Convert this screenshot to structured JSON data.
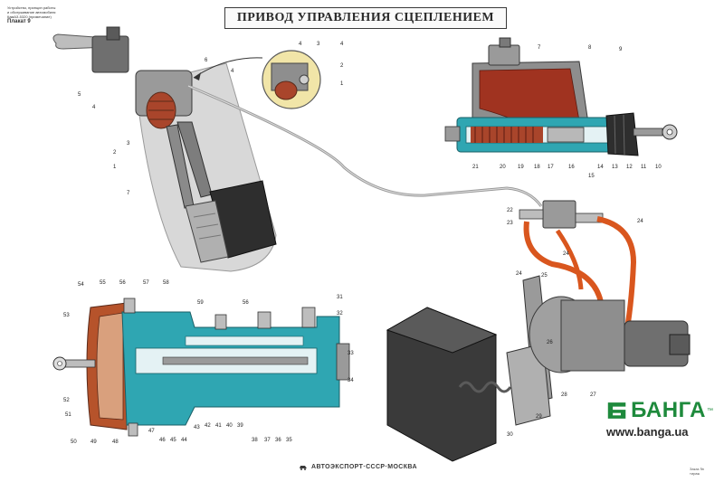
{
  "header": {
    "caption_lines": [
      "Устройство, принцип работы",
      "и обслуживание автомобиля",
      "КамАЗ-5320 (примечание)"
    ],
    "plate": "Плакат 9",
    "title": "ПРИВОД УПРАВЛЕНИЯ СЦЕПЛЕНИЕМ"
  },
  "brand": {
    "name": "БАНГА",
    "tm": "™",
    "url": "www.banga.ua",
    "color": "#1e8a3c"
  },
  "publisher": "АВТОЭКСПОРТ·СССР·МОСКВА",
  "footnote_lines": [
    "Заказ №",
    "тираж"
  ],
  "colors": {
    "cutaway_cyan": "#2fa6b2",
    "hose_orange": "#d9561e",
    "spring_rust": "#a9452b",
    "metal_gray": "#8e8e8e"
  },
  "labels": {
    "pedal": [
      "5",
      "4",
      "6",
      "4",
      "3",
      "2",
      "1",
      "7"
    ],
    "inset": [
      "4",
      "3",
      "4",
      "2",
      "1"
    ],
    "master_cyl": [
      "7",
      "8",
      "9",
      "21",
      "20",
      "19",
      "18",
      "17",
      "16",
      "15",
      "14",
      "13",
      "12",
      "11",
      "10"
    ],
    "connector": [
      "22",
      "23",
      "24",
      "24"
    ],
    "booster_cut": [
      "54",
      "55",
      "56",
      "57",
      "58",
      "53",
      "59",
      "56",
      "31",
      "32",
      "52",
      "33",
      "34",
      "51",
      "50",
      "49",
      "48",
      "47",
      "46",
      "45",
      "44",
      "43",
      "42",
      "41",
      "40",
      "39",
      "38",
      "37",
      "36",
      "35"
    ],
    "booster": [
      "24",
      "25",
      "26",
      "27",
      "28",
      "29",
      "30"
    ]
  }
}
